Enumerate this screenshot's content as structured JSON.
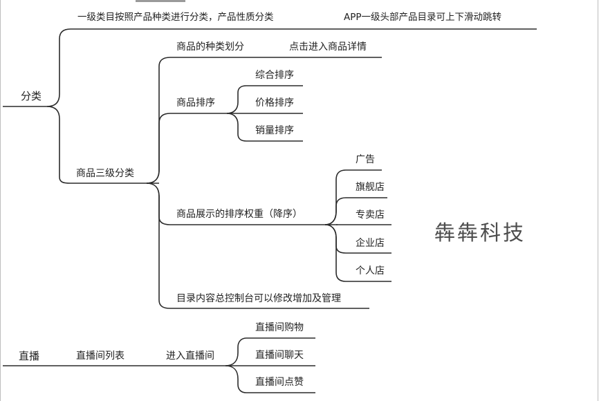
{
  "diagram": {
    "root_fenlei": "分类",
    "l1_top_a": "一级类目按照产品种类进行分类，产品性质分类",
    "l1_top_b": "APP一级头部产品目录可上下滑动跳转",
    "l1_sanji": "商品三级分类",
    "l2_zhonglei": "商品的种类划分",
    "l2_xiangqing": "点击进入商品详情",
    "l2_paixu": "商品排序",
    "sort_zonghe": "综合排序",
    "sort_jiage": "价格排序",
    "sort_xiaoliang": "销量排序",
    "l2_quanzhong": "商品展示的排序权重（降序）",
    "weight_guanggao": "广告",
    "weight_qijiandian": "旗舰店",
    "weight_zhuanmaidian": "专卖店",
    "weight_qiyedian": "企业店",
    "weight_gerendian": "个人店",
    "l2_mulu": "目录内容总控制台可以修改增加及管理",
    "root_zhibo": "直播",
    "zhibo_liebiao": "直播间列表",
    "zhibo_jinru": "进入直播间",
    "zhibo_gouwu": "直播间购物",
    "zhibo_liaotian": "直播间聊天",
    "zhibo_dianzan": "直播间点赞",
    "watermark": "犇犇科技"
  }
}
